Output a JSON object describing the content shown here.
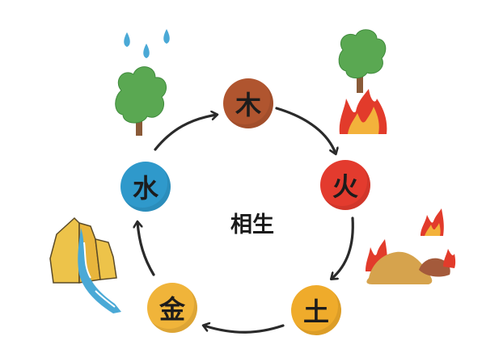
{
  "diagram": {
    "center_label": "相生",
    "elements": [
      {
        "id": "wood",
        "char": "木",
        "color": "#b0552f"
      },
      {
        "id": "fire",
        "char": "火",
        "color": "#e33b2e"
      },
      {
        "id": "earth",
        "char": "土",
        "color": "#efab2b"
      },
      {
        "id": "metal",
        "char": "金",
        "color": "#f0b43a"
      },
      {
        "id": "water",
        "char": "水",
        "color": "#2f99cb"
      }
    ],
    "cycle": [
      "wood",
      "fire",
      "earth",
      "metal",
      "water"
    ],
    "illustrations": [
      {
        "element": "wood",
        "icons": [
          "rain-icon",
          "tree-icon"
        ]
      },
      {
        "element": "fire",
        "icons": [
          "tree-icon",
          "flame-icon"
        ]
      },
      {
        "element": "earth",
        "icons": [
          "burning-ground-icon"
        ]
      },
      {
        "element": "metal",
        "icons": [
          "waterfall-rock-icon"
        ]
      }
    ]
  }
}
